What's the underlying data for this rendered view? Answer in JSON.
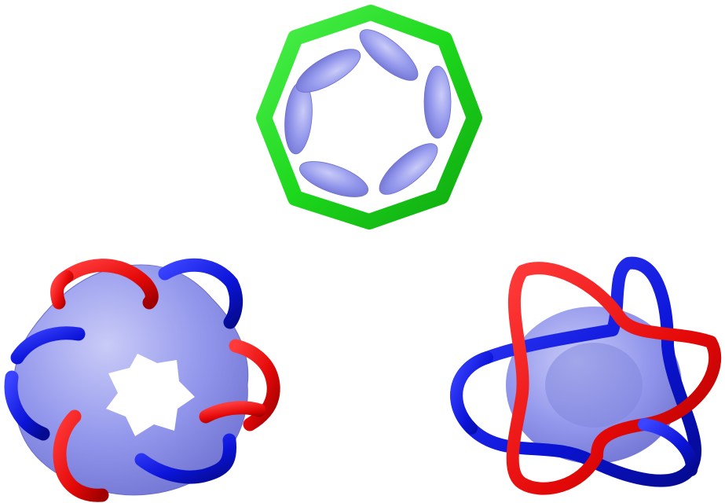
{
  "figure": {
    "background": "#ffffff",
    "panels": [
      {
        "id": "top",
        "description_name": "green-hexagonal-ring",
        "tube_colors": [
          "#1fdc1f"
        ],
        "surface_color": "#8f93ea",
        "lobes": 6
      },
      {
        "id": "bottom-left",
        "description_name": "twisted-torus-with-red-blue-ribbons",
        "tube_colors": [
          "#e0080c",
          "#0b14d8"
        ],
        "surface_color": "#8f93ea",
        "lobes": 6
      },
      {
        "id": "bottom-right",
        "description_name": "star-knot-red-blue-around-torus",
        "tube_colors": [
          "#e0080c",
          "#0b14d8"
        ],
        "surface_color": "#8f93ea",
        "lobes": 6
      }
    ]
  }
}
